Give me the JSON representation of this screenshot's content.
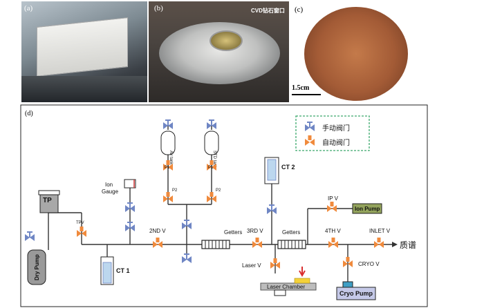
{
  "panels": {
    "a": "(a)",
    "b": "(b)",
    "b_caption": "CVD钻石窗口",
    "c": "(c)",
    "scale": "1.5cm",
    "d": "(d)"
  },
  "legend": {
    "manual": "手动阀门",
    "auto": "自动阀门"
  },
  "components": {
    "tp": "TP",
    "dry_pump": "Dry Pump",
    "ion_gauge": "Ion\nGauge",
    "ion_gauge_l1": "Ion",
    "ion_gauge_l2": "Gauge",
    "ct1": "CT 1",
    "ct2": "CT 2",
    "air_tank": "Air tank",
    "std_tank": "STD tank",
    "getters": "Getters",
    "ion_pump": "Ion Pump",
    "cryo_pump": "Cryo Pump",
    "laser_chamber": "Laser Chamber",
    "mass_spec": "质谱"
  },
  "valves": {
    "tpv": "TPV",
    "v2nd": "2ND V",
    "p1": "P1",
    "p2": "P2",
    "v3rd": "3RD V",
    "laser_v": "Laser V",
    "ip_v": "IP V",
    "v4th": "4TH V",
    "inlet_v": "INLET V",
    "cryo_v": "CRYO  V"
  },
  "colors": {
    "manual_valve": "#6f86c4",
    "auto_valve": "#f08a3c",
    "legend_border": "#3aa86b",
    "ion_pump_fill": "#93a35c",
    "cryo_pump_fill": "#c5c9e8",
    "dry_pump_fill": "#9a9a9a"
  }
}
